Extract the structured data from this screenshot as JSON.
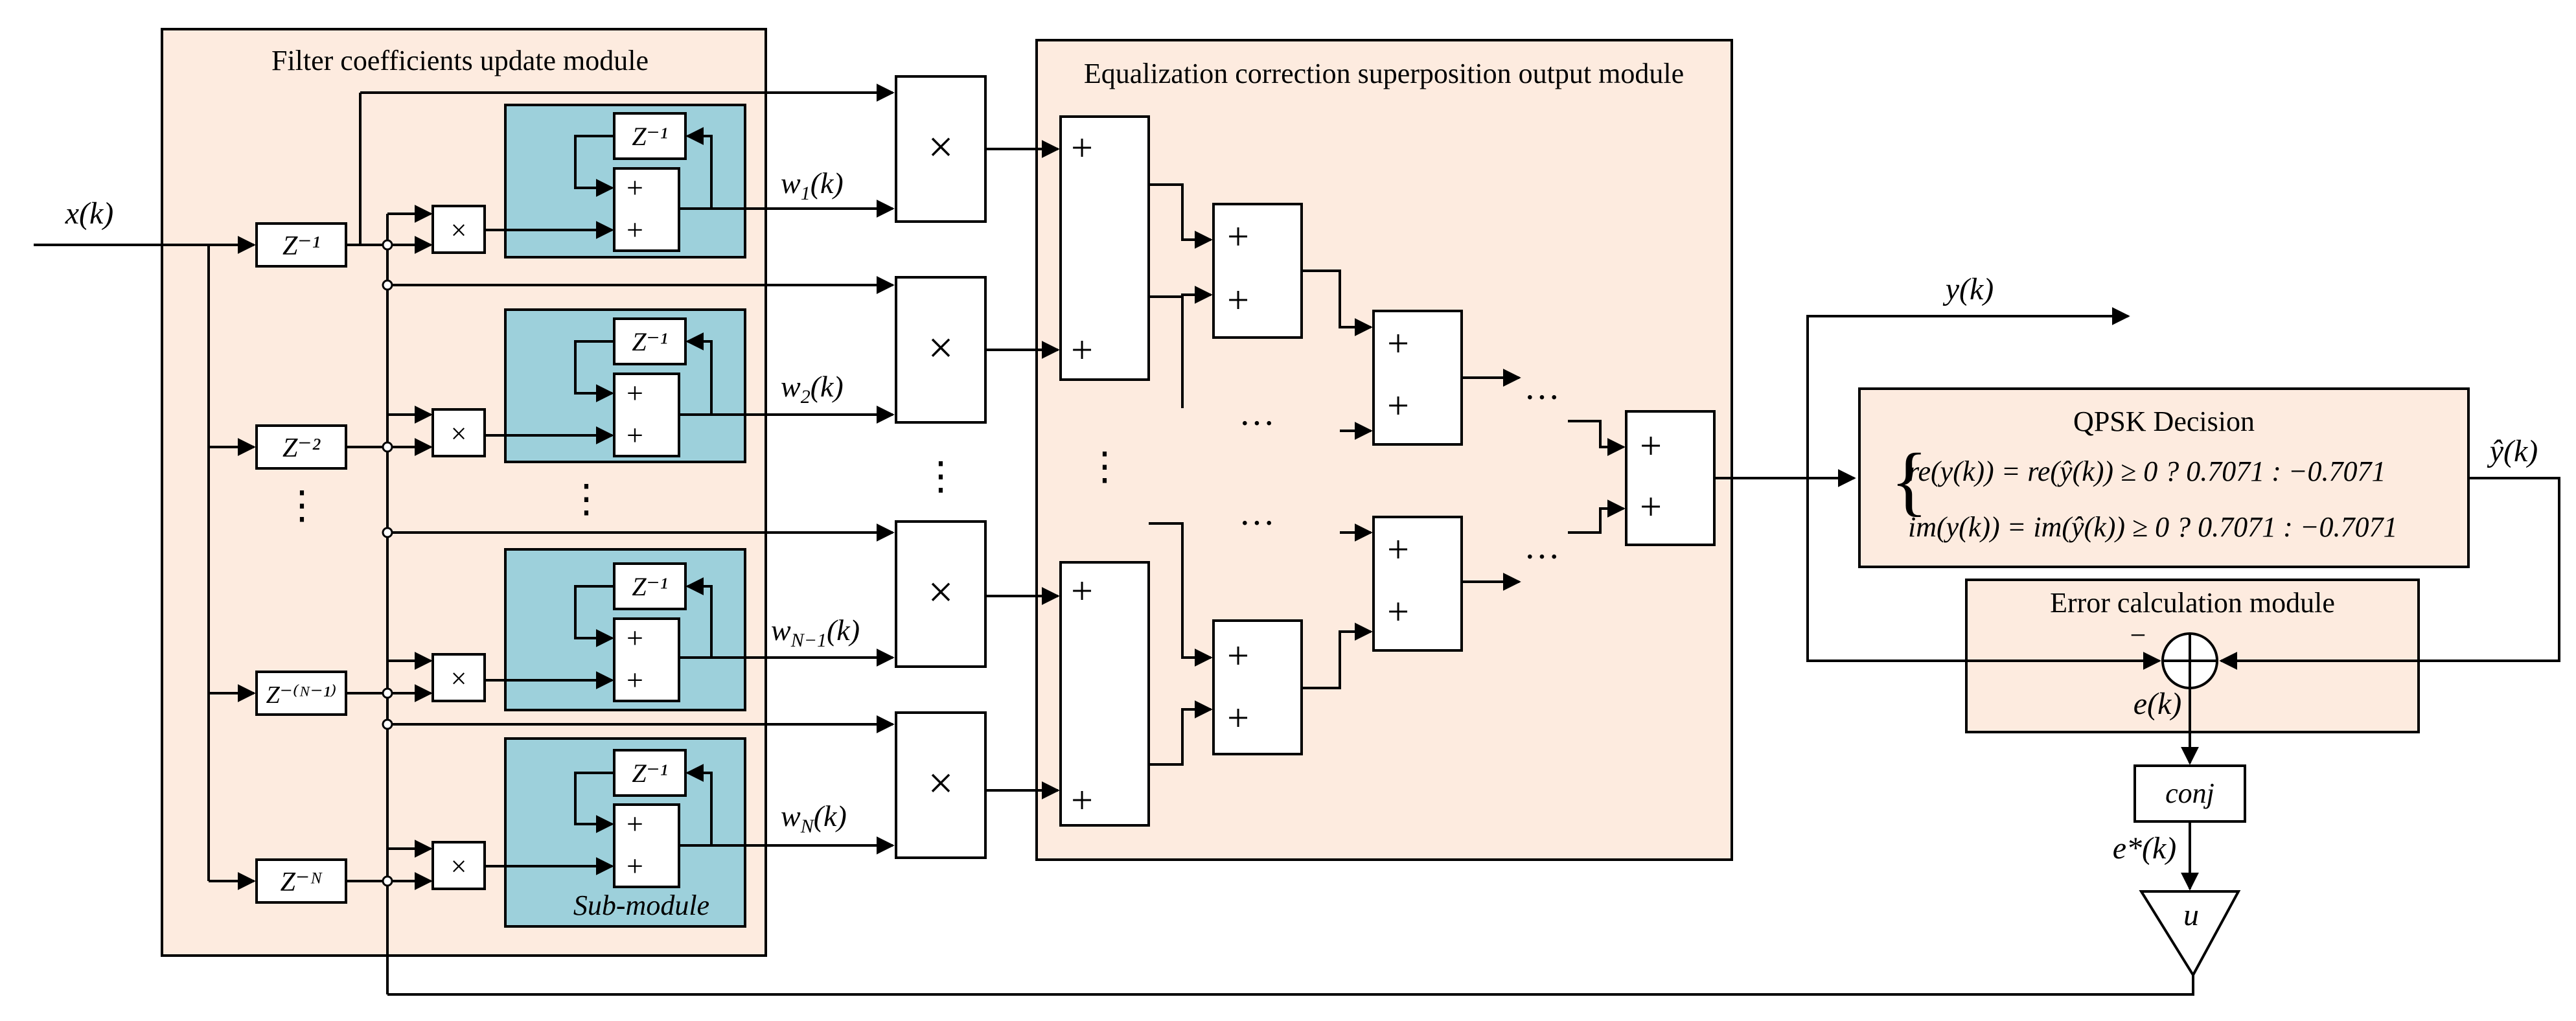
{
  "modules": {
    "filter_title": "Filter coefficients update module",
    "equalization_title": "Equalization correction superposition output module",
    "qpsk_title": "QPSK Decision",
    "error_title": "Error calculation module",
    "submodule_label": "Sub-module"
  },
  "signals": {
    "input": "x(k)",
    "output": "y(k)",
    "yhat": "ŷ(k)",
    "error": "e(k)",
    "error_conj": "e*(k)",
    "minus": "−"
  },
  "delays": [
    "Z⁻¹",
    "Z⁻²",
    "Z⁻⁽ᴺ⁻¹⁾",
    "Z⁻ᴺ"
  ],
  "sub_delay": "Z⁻¹",
  "weights": [
    "w₁(k)",
    "w₂(k)",
    "w_{N−1}(k)",
    "w_N(k)"
  ],
  "weight_main": [
    "w",
    "w",
    "w",
    "w"
  ],
  "weight_sub": [
    "1",
    "2",
    "N−1",
    "N"
  ],
  "weight_tail": [
    "(k)",
    "(k)",
    "(k)",
    "(k)"
  ],
  "symbols": {
    "multiply": "×",
    "plus": "+",
    "vdots": "⋮",
    "hdots": "···"
  },
  "qpsk_lines": [
    "re(y(k)) = re(ŷ(k)) ≥ 0 ? 0.7071 : −0.7071",
    "im(y(k)) = im(ŷ(k)) ≥ 0 ? 0.7071 : −0.7071"
  ],
  "conj_label": "conj",
  "step_label": "u",
  "colors": {
    "module_fill": "#fdebdf",
    "submodule_fill": "#9dd0db"
  }
}
